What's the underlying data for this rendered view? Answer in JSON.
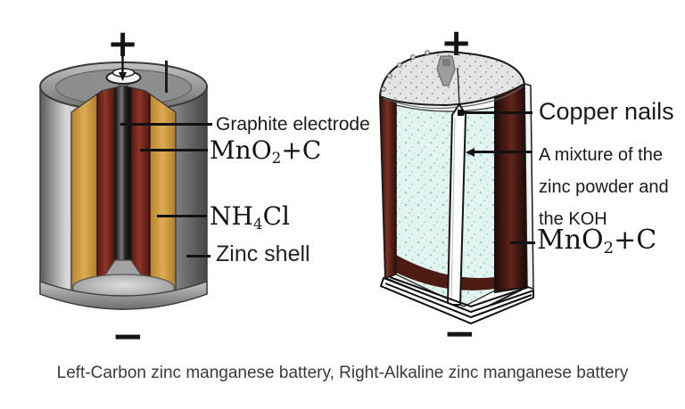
{
  "figure_caption": "Left-Carbon zinc manganese battery, Right-Alkaline zinc manganese battery",
  "left_battery": {
    "positive_terminal": "+",
    "negative_terminal": "−",
    "labels": {
      "graphite_electrode": "Graphite electrode",
      "mno2_plus_c": {
        "base": "MnO",
        "subscript": "2",
        "rest": "+C"
      },
      "nh4cl": {
        "base": "NH",
        "subscript": "4",
        "rest": "Cl"
      },
      "zinc_shell": "Zinc shell"
    }
  },
  "right_battery": {
    "positive_terminal": "+",
    "negative_terminal": "−",
    "labels": {
      "copper_nails": "Copper nails",
      "mixture": [
        "A mixture of the",
        "zinc powder and",
        "the KOH"
      ],
      "mno2_plus_c": {
        "base": "MnO",
        "subscript": "2",
        "rest": "+C"
      }
    }
  },
  "colors": {
    "zinc_shell_gray": "#9a9a9a",
    "mno2_maroon": "#7b2d23",
    "electrolyte_orange": "#d0a04a",
    "alkaline_interior_cyan": "#dff3ef",
    "alkaline_case_maroon": "#4a1a12",
    "line_black": "#121212",
    "text_dark": "#1a1a1a"
  }
}
